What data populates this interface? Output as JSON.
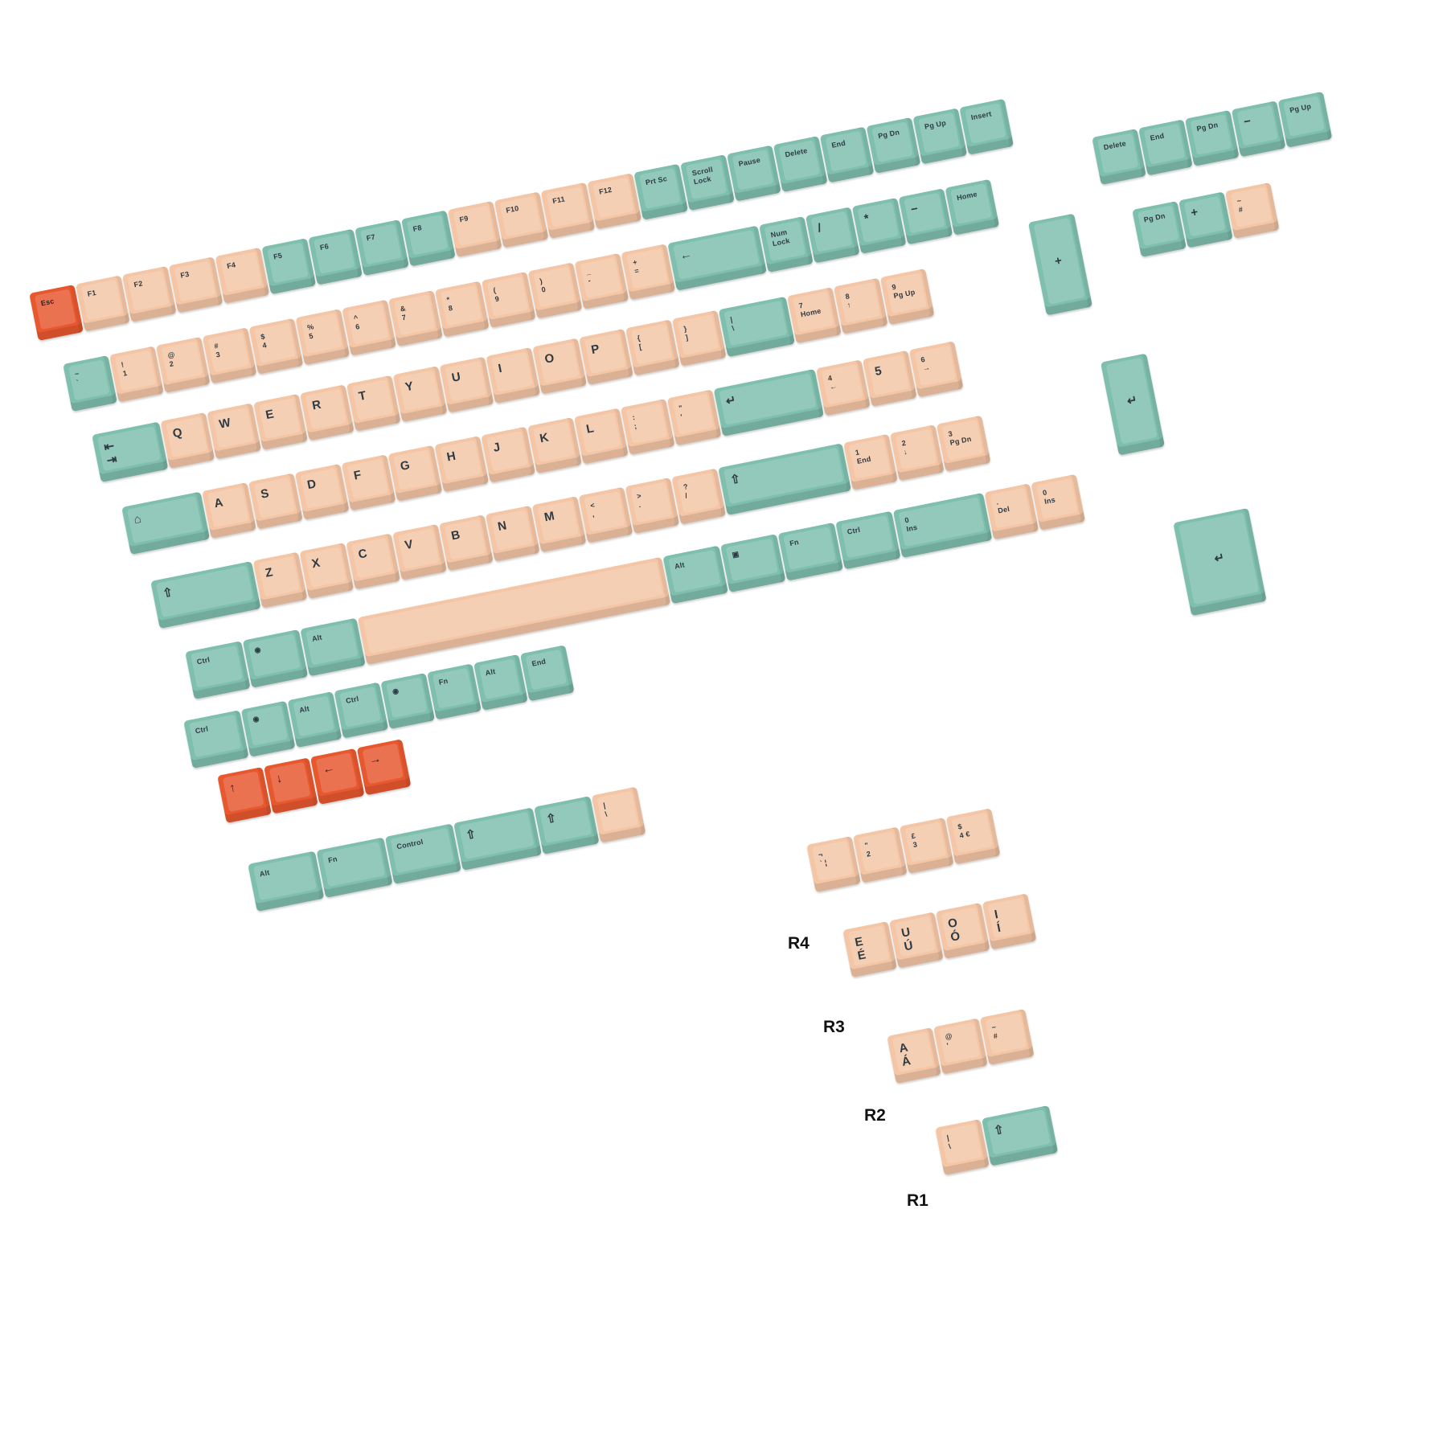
{
  "colors": {
    "peach": "#f4c6a6",
    "mint": "#7fbfae",
    "orange": "#e8582f",
    "legend": "#2e3a42"
  },
  "main_rows": [
    {
      "name": "function-row",
      "keys": [
        {
          "label": "Esc",
          "color": "orange"
        },
        {
          "label": "F1",
          "color": "peach"
        },
        {
          "label": "F2",
          "color": "peach"
        },
        {
          "label": "F3",
          "color": "peach"
        },
        {
          "label": "F4",
          "color": "peach"
        },
        {
          "label": "F5",
          "color": "mint"
        },
        {
          "label": "F6",
          "color": "mint"
        },
        {
          "label": "F7",
          "color": "mint"
        },
        {
          "label": "F8",
          "color": "mint"
        },
        {
          "label": "F9",
          "color": "peach"
        },
        {
          "label": "F10",
          "color": "peach"
        },
        {
          "label": "F11",
          "color": "peach"
        },
        {
          "label": "F12",
          "color": "peach"
        },
        {
          "label": "Prt Sc",
          "color": "mint"
        },
        {
          "label": "Scroll\nLock",
          "color": "mint"
        },
        {
          "label": "Pause",
          "color": "mint"
        },
        {
          "label": "Delete",
          "color": "mint"
        },
        {
          "label": "End",
          "color": "mint"
        },
        {
          "label": "Pg Dn",
          "color": "mint"
        },
        {
          "label": "Pg Up",
          "color": "mint"
        },
        {
          "label": "Insert",
          "color": "mint"
        }
      ]
    },
    {
      "name": "number-row",
      "keys": [
        {
          "label": "~\n`",
          "color": "mint",
          "width": "w1"
        },
        {
          "label": "!\n1",
          "color": "peach"
        },
        {
          "label": "@\n2",
          "color": "peach"
        },
        {
          "label": "#\n3",
          "color": "peach"
        },
        {
          "label": "$\n4",
          "color": "peach"
        },
        {
          "label": "%\n5",
          "color": "peach"
        },
        {
          "label": "^\n6",
          "color": "peach"
        },
        {
          "label": "&\n7",
          "color": "peach"
        },
        {
          "label": "*\n8",
          "color": "peach"
        },
        {
          "label": "(\n9",
          "color": "peach"
        },
        {
          "label": ")\n0",
          "color": "peach"
        },
        {
          "label": "_\n-",
          "color": "peach"
        },
        {
          "label": "+\n=",
          "color": "peach"
        },
        {
          "label": "←",
          "color": "mint",
          "width": "w2",
          "big": true
        },
        {
          "label": "Num\nLock",
          "color": "mint"
        },
        {
          "label": "/",
          "color": "mint",
          "big": true
        },
        {
          "label": "*",
          "color": "mint",
          "big": true
        },
        {
          "label": "−",
          "color": "mint",
          "big": true
        },
        {
          "label": "Home",
          "color": "mint"
        }
      ]
    },
    {
      "name": "qwerty-row",
      "keys": [
        {
          "label": "⇤\n⇥",
          "color": "mint",
          "width": "w15",
          "big": true
        },
        {
          "label": "Q",
          "color": "peach",
          "big": true
        },
        {
          "label": "W",
          "color": "peach",
          "big": true
        },
        {
          "label": "E",
          "color": "peach",
          "big": true
        },
        {
          "label": "R",
          "color": "peach",
          "big": true
        },
        {
          "label": "T",
          "color": "peach",
          "big": true
        },
        {
          "label": "Y",
          "color": "peach",
          "big": true
        },
        {
          "label": "U",
          "color": "peach",
          "big": true
        },
        {
          "label": "I",
          "color": "peach",
          "big": true
        },
        {
          "label": "O",
          "color": "peach",
          "big": true
        },
        {
          "label": "P",
          "color": "peach",
          "big": true
        },
        {
          "label": "{\n[",
          "color": "peach"
        },
        {
          "label": "}\n]",
          "color": "peach"
        },
        {
          "label": "|\n\\",
          "color": "mint",
          "width": "w15"
        },
        {
          "label": "7\nHome",
          "color": "peach"
        },
        {
          "label": "8\n↑",
          "color": "peach"
        },
        {
          "label": "9\nPg Up",
          "color": "peach"
        }
      ]
    },
    {
      "name": "home-row",
      "keys": [
        {
          "label": "⌂",
          "color": "mint",
          "width": "w175",
          "big": true
        },
        {
          "label": "A",
          "color": "peach",
          "big": true
        },
        {
          "label": "S",
          "color": "peach",
          "big": true
        },
        {
          "label": "D",
          "color": "peach",
          "big": true
        },
        {
          "label": "F",
          "color": "peach",
          "big": true
        },
        {
          "label": "G",
          "color": "peach",
          "big": true
        },
        {
          "label": "H",
          "color": "peach",
          "big": true
        },
        {
          "label": "J",
          "color": "peach",
          "big": true
        },
        {
          "label": "K",
          "color": "peach",
          "big": true
        },
        {
          "label": "L",
          "color": "peach",
          "big": true
        },
        {
          "label": ":\n;",
          "color": "peach"
        },
        {
          "label": "\"\n'",
          "color": "peach"
        },
        {
          "label": "↵",
          "color": "mint",
          "width": "w225",
          "big": true
        },
        {
          "label": "4\n←",
          "color": "peach"
        },
        {
          "label": "5",
          "color": "peach",
          "big": true
        },
        {
          "label": "6\n→",
          "color": "peach"
        }
      ]
    },
    {
      "name": "shift-row",
      "keys": [
        {
          "label": "⇧",
          "color": "mint",
          "width": "w225",
          "big": true
        },
        {
          "label": "Z",
          "color": "peach",
          "big": true
        },
        {
          "label": "X",
          "color": "peach",
          "big": true
        },
        {
          "label": "C",
          "color": "peach",
          "big": true
        },
        {
          "label": "V",
          "color": "peach",
          "big": true
        },
        {
          "label": "B",
          "color": "peach",
          "big": true
        },
        {
          "label": "N",
          "color": "peach",
          "big": true
        },
        {
          "label": "M",
          "color": "peach",
          "big": true
        },
        {
          "label": "<\n,",
          "color": "peach"
        },
        {
          "label": ">\n.",
          "color": "peach"
        },
        {
          "label": "?\n/",
          "color": "peach"
        },
        {
          "label": "⇧",
          "color": "mint",
          "width": "w275",
          "big": true
        },
        {
          "label": "1\nEnd",
          "color": "peach"
        },
        {
          "label": "2\n↓",
          "color": "peach"
        },
        {
          "label": "3\nPg Dn",
          "color": "peach"
        }
      ]
    },
    {
      "name": "bottom-row",
      "keys": [
        {
          "label": "Ctrl",
          "color": "mint",
          "width": "w125"
        },
        {
          "label": "◉",
          "color": "mint",
          "width": "w125"
        },
        {
          "label": "Alt",
          "color": "mint",
          "width": "w125"
        },
        {
          "label": "",
          "color": "peach",
          "width": "w7"
        },
        {
          "label": "Alt",
          "color": "mint",
          "width": "w125"
        },
        {
          "label": "▣",
          "color": "mint",
          "width": "w125"
        },
        {
          "label": "Fn",
          "color": "mint",
          "width": "w125"
        },
        {
          "label": "Ctrl",
          "color": "mint",
          "width": "w125"
        },
        {
          "label": "0\nIns",
          "color": "mint",
          "width": "w2"
        },
        {
          "label": ".\nDel",
          "color": "peach"
        },
        {
          "label": "0\nIns",
          "color": "peach"
        }
      ]
    },
    {
      "name": "extra-mods-row",
      "keys": [
        {
          "label": "Ctrl",
          "color": "mint",
          "width": "w125"
        },
        {
          "label": "◉",
          "color": "mint"
        },
        {
          "label": "Alt",
          "color": "mint"
        },
        {
          "label": "Ctrl",
          "color": "mint"
        },
        {
          "label": "◉",
          "color": "mint"
        },
        {
          "label": "Fn",
          "color": "mint"
        },
        {
          "label": "Alt",
          "color": "mint"
        },
        {
          "label": "End",
          "color": "mint"
        }
      ]
    },
    {
      "name": "arrows-row",
      "keys": [
        {
          "label": "↑",
          "color": "orange",
          "big": true
        },
        {
          "label": "↓",
          "color": "orange",
          "big": true
        },
        {
          "label": "←",
          "color": "orange",
          "big": true
        },
        {
          "label": "→",
          "color": "orange",
          "big": true
        }
      ]
    },
    {
      "name": "extra-wide-row",
      "keys": [
        {
          "label": "Alt",
          "color": "mint",
          "width": "w15"
        },
        {
          "label": "Fn",
          "color": "mint",
          "width": "w15"
        },
        {
          "label": "Control",
          "color": "mint",
          "width": "w15"
        },
        {
          "label": "⇧",
          "color": "mint",
          "width": "w175",
          "big": true
        },
        {
          "label": "⇧",
          "color": "mint",
          "width": "w125",
          "big": true
        },
        {
          "label": "|\n\\",
          "color": "peach"
        }
      ]
    }
  ],
  "numpad_rows": [
    {
      "name": "numpad-nav-row",
      "keys": [
        {
          "label": "Delete",
          "color": "mint"
        },
        {
          "label": "End",
          "color": "mint"
        },
        {
          "label": "Pg Dn",
          "color": "mint"
        },
        {
          "label": "−",
          "color": "mint",
          "big": true
        },
        {
          "label": "Pg Up",
          "color": "mint"
        }
      ]
    },
    {
      "name": "numpad-plus-row",
      "keys": [
        {
          "label": "Pg Dn",
          "color": "mint"
        },
        {
          "label": "+",
          "color": "mint",
          "big": true
        },
        {
          "label": "~\n#",
          "color": "peach"
        }
      ]
    }
  ],
  "tall_keys": [
    {
      "name": "numpad-plus-tall",
      "label": "+",
      "color": "mint"
    },
    {
      "name": "numpad-enter-tall",
      "label": "↵",
      "color": "mint"
    },
    {
      "name": "iso-enter",
      "label": "↵",
      "color": "mint"
    }
  ],
  "iso_kits": [
    {
      "label": "R4",
      "keys": [
        {
          "label": "¬\n`  ¦",
          "color": "peach"
        },
        {
          "label": "\"\n2",
          "color": "peach"
        },
        {
          "label": "£\n3",
          "color": "peach"
        },
        {
          "label": "$\n4 €",
          "color": "peach"
        }
      ]
    },
    {
      "label": "R3",
      "keys": [
        {
          "label": "E\nÉ",
          "color": "peach",
          "big": true
        },
        {
          "label": "U\nÚ",
          "color": "peach",
          "big": true
        },
        {
          "label": "O\nÓ",
          "color": "peach",
          "big": true
        },
        {
          "label": "I\nÍ",
          "color": "peach",
          "big": true
        }
      ]
    },
    {
      "label": "R2",
      "keys": [
        {
          "label": "A\nÁ",
          "color": "peach",
          "big": true
        },
        {
          "label": "@\n'",
          "color": "peach"
        },
        {
          "label": "~\n#",
          "color": "peach"
        }
      ]
    },
    {
      "label": "R1",
      "keys": [
        {
          "label": "|\n\\",
          "color": "peach"
        },
        {
          "label": "⇧",
          "color": "mint",
          "big": true
        }
      ]
    }
  ]
}
